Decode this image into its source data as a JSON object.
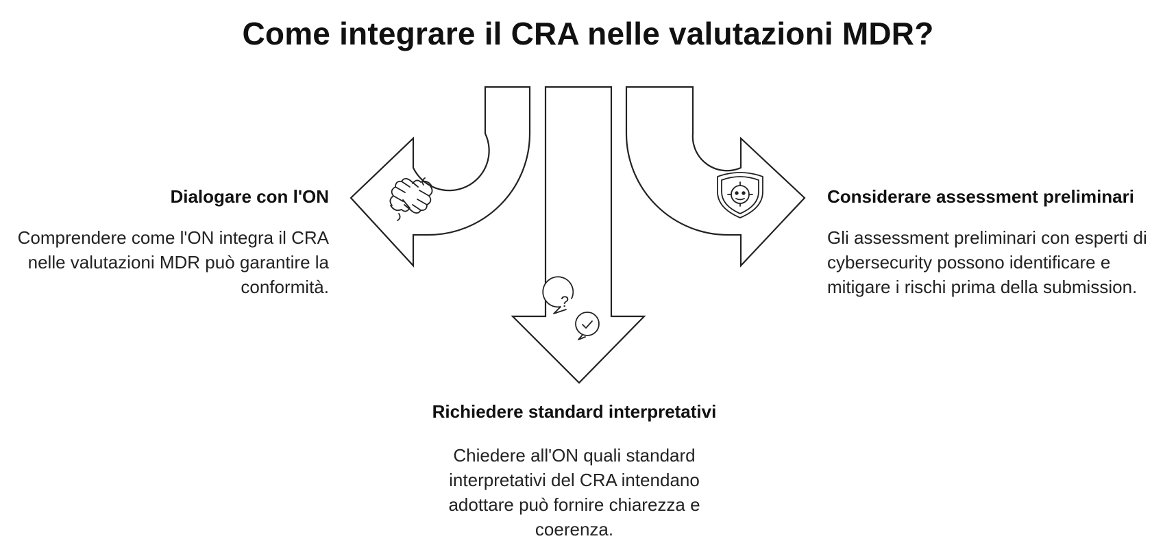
{
  "title": "Come integrare il CRA nelle valutazioni MDR?",
  "options": {
    "left": {
      "heading": "Dialogare con l'ON",
      "description": "Comprendere come l'ON integra il CRA nelle valutazioni MDR può garantire la conformità.",
      "icon": "handshake-icon"
    },
    "bottom": {
      "heading": "Richiedere standard interpretativi",
      "description": "Chiedere all'ON quali standard interpretativi del CRA intendano adottare può fornire chiarezza e coerenza.",
      "icon": "chat-question-check-icon"
    },
    "right": {
      "heading": "Considerare assessment preliminari",
      "description": "Gli assessment preliminari con esperti di cybersecurity possono identificare e mitigare i rischi prima della submission.",
      "icon": "shield-virus-icon"
    }
  },
  "colors": {
    "stroke": "#222222",
    "fill": "#ffffff"
  }
}
